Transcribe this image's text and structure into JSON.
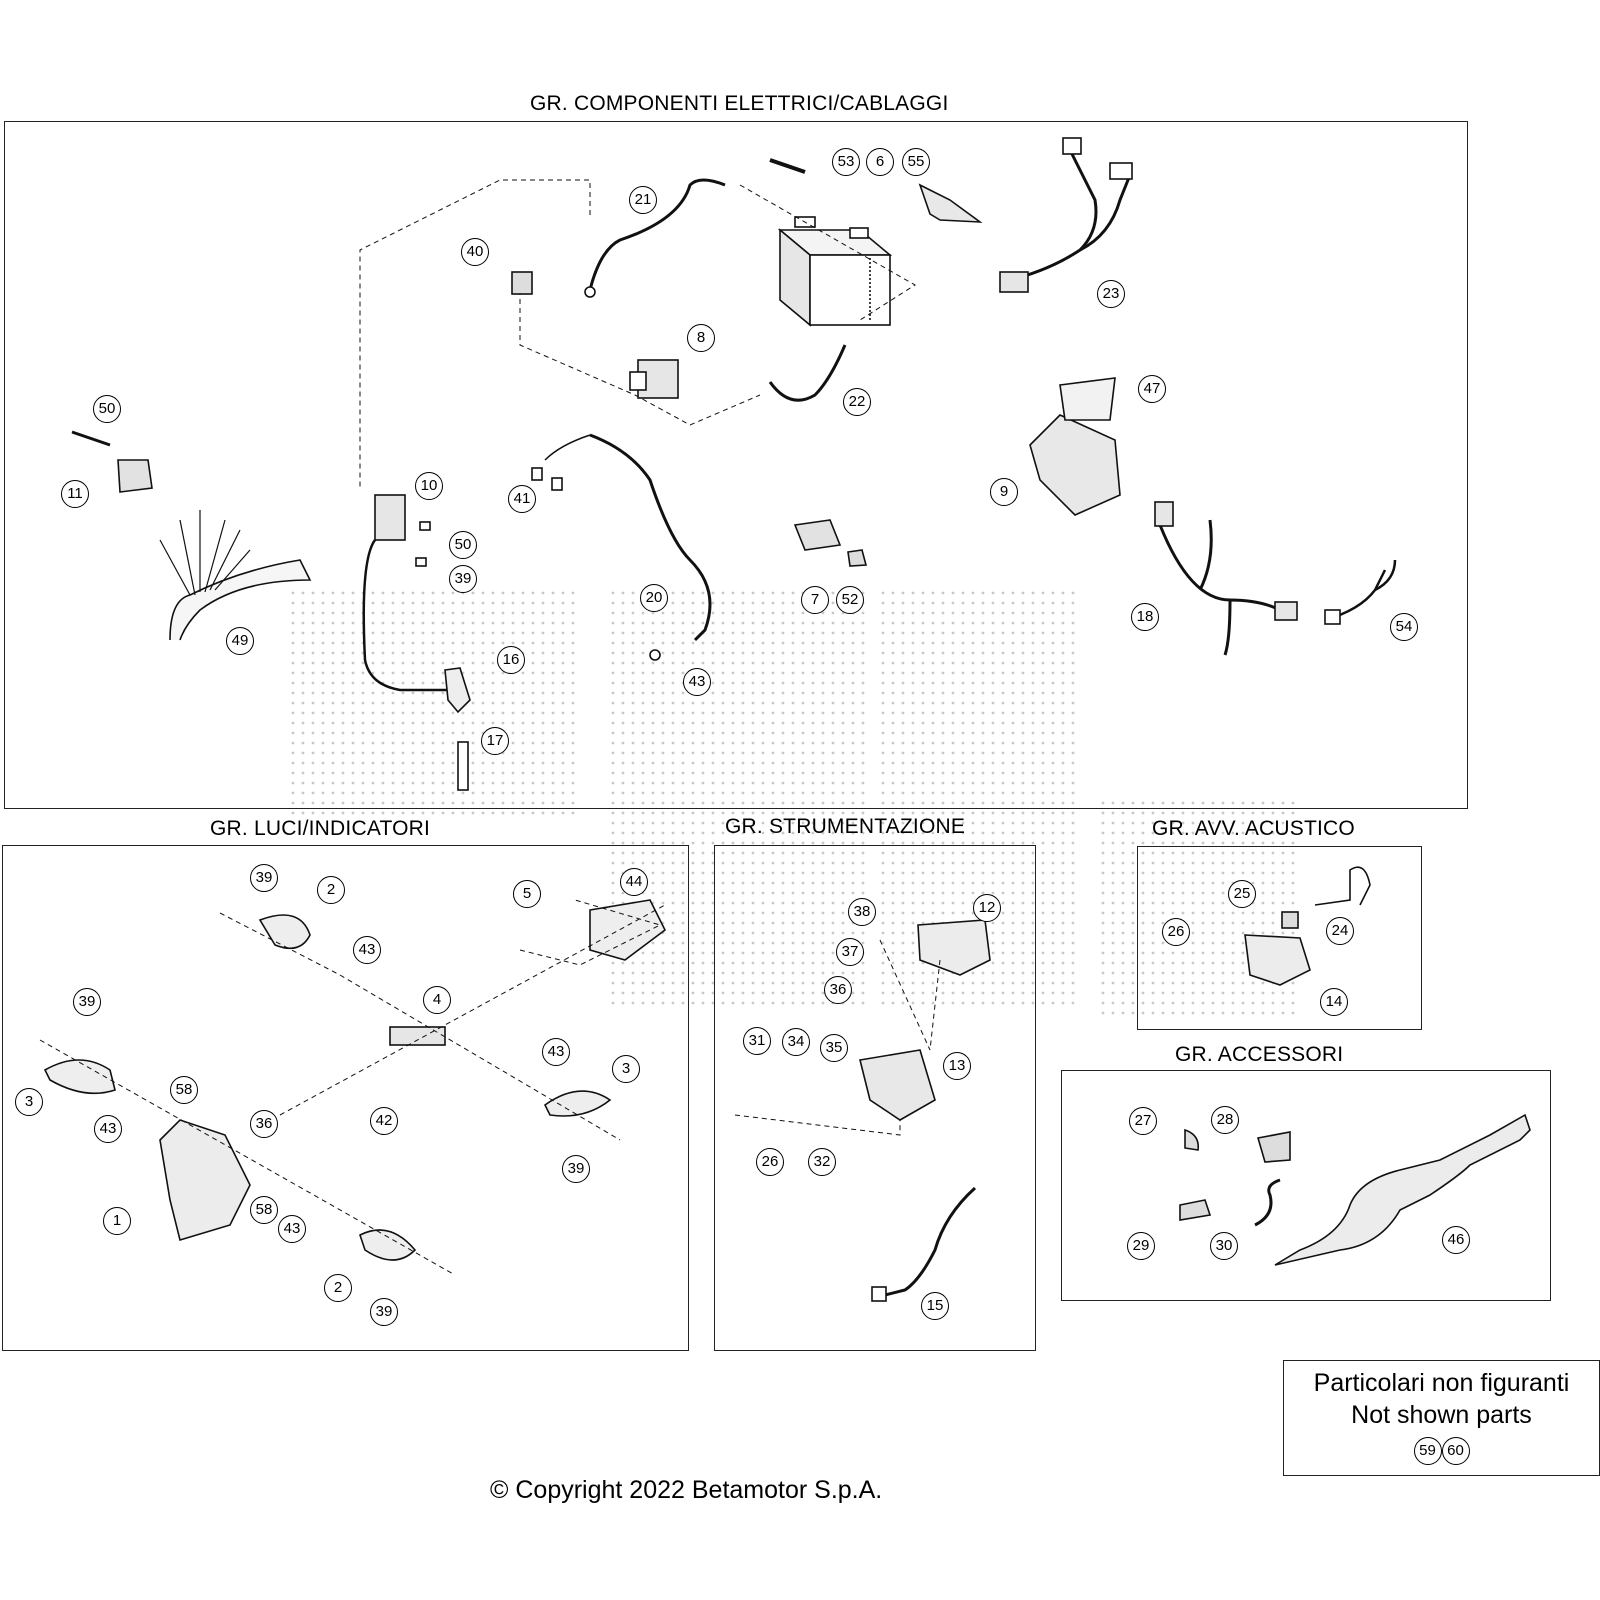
{
  "sections": {
    "electrical": "GR. COMPONENTI ELETTRICI/CABLAGGI",
    "lights": "GR. LUCI/INDICATORI",
    "instruments": "GR. STRUMENTAZIONE",
    "horn": "GR. AVV. ACUSTICO",
    "accessories": "GR. ACCESSORI"
  },
  "callouts": {
    "electrical": [
      "53",
      "6",
      "55",
      "21",
      "40",
      "23",
      "8",
      "22",
      "47",
      "50",
      "11",
      "41",
      "9",
      "10",
      "50",
      "39",
      "18",
      "7",
      "52",
      "20",
      "54",
      "49",
      "16",
      "43",
      "17"
    ],
    "lights": [
      "39",
      "2",
      "5",
      "44",
      "43",
      "4",
      "39",
      "43",
      "3",
      "3",
      "58",
      "36",
      "42",
      "43",
      "39",
      "1",
      "58",
      "43",
      "2",
      "39"
    ],
    "instruments": [
      "38",
      "12",
      "37",
      "36",
      "31",
      "34",
      "35",
      "13",
      "26",
      "32",
      "15"
    ],
    "horn": [
      "25",
      "24",
      "26",
      "14"
    ],
    "accessories": [
      "27",
      "28",
      "29",
      "30",
      "46"
    ]
  },
  "not_shown": {
    "label_it": "Particolari non figuranti",
    "label_en": "Not shown parts",
    "codes": [
      "59",
      "60"
    ]
  },
  "copyright": "© Copyright 2022 Betamotor S.p.A."
}
